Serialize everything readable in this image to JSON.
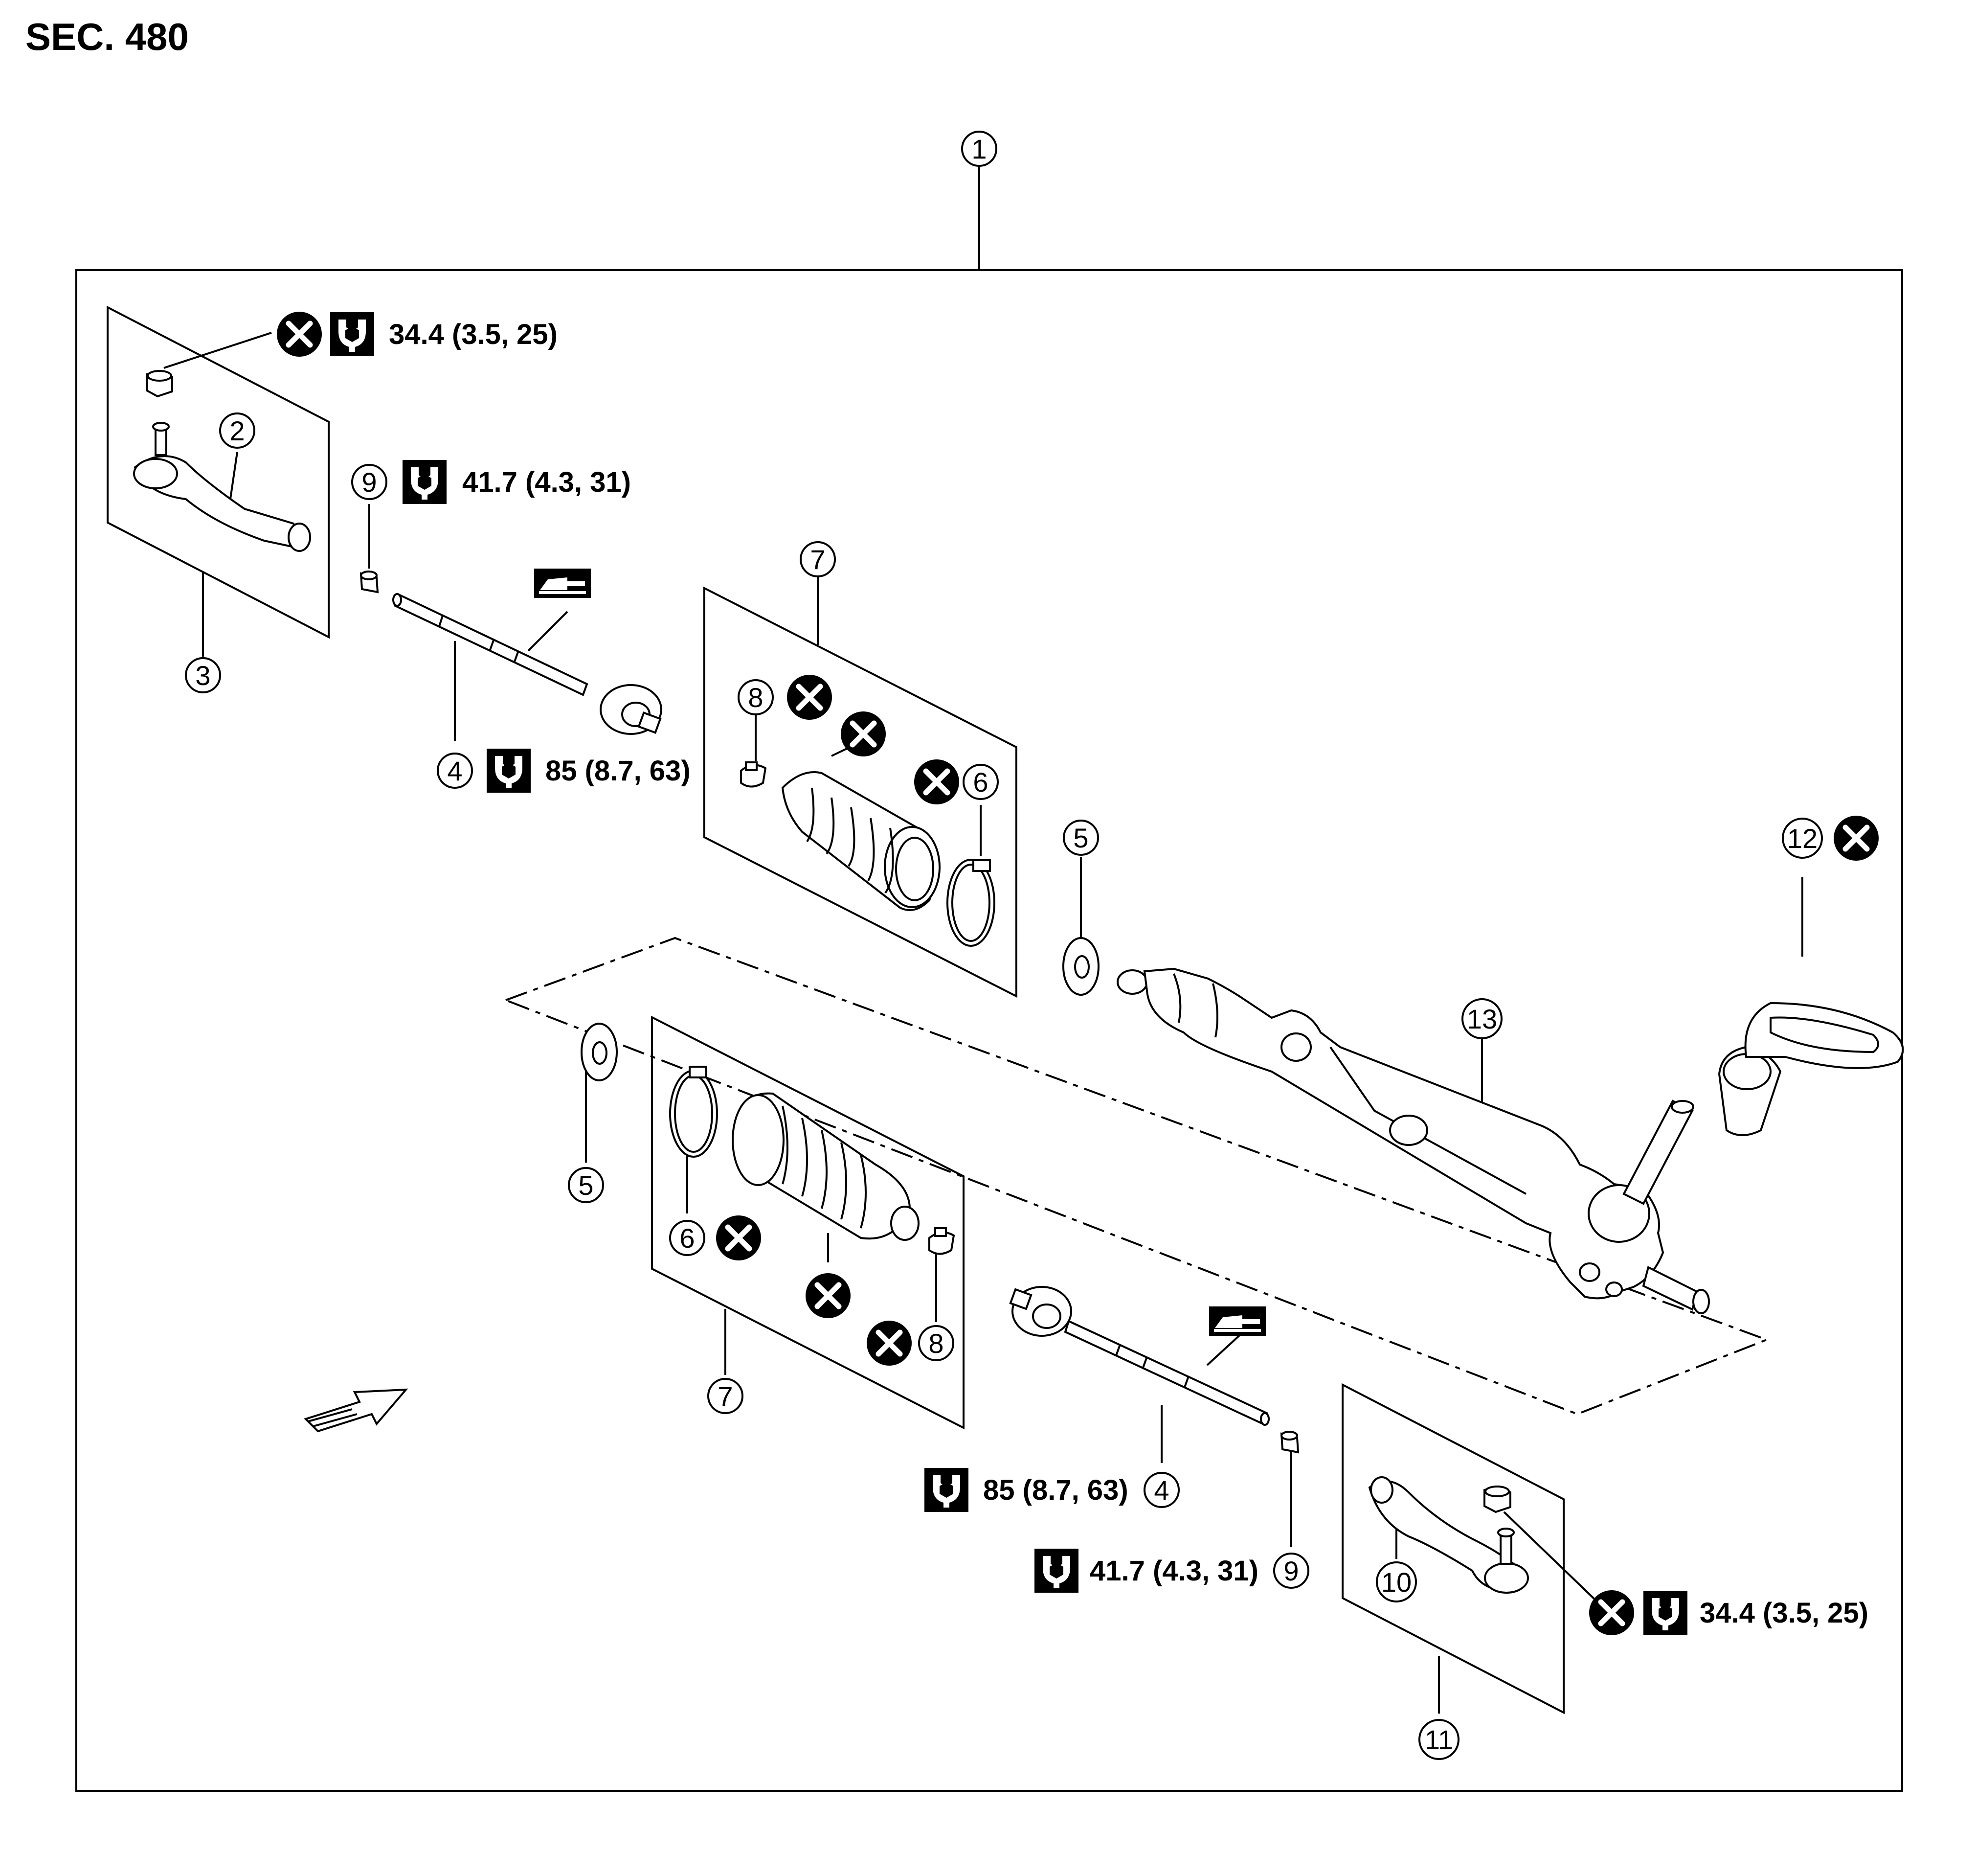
{
  "section_label": "SEC. 480",
  "callouts": {
    "c1": "1",
    "c2": "2",
    "c3": "3",
    "c4a": "4",
    "c4b": "4",
    "c5a": "5",
    "c5b": "5",
    "c6a": "6",
    "c6b": "6",
    "c7a": "7",
    "c7b": "7",
    "c8a": "8",
    "c8b": "8",
    "c9a": "9",
    "c9b": "9",
    "c10": "10",
    "c11": "11",
    "c12": "12",
    "c13": "13"
  },
  "torques": {
    "t_nut_left": "34.4 (3.5, 25)",
    "t_locknut_left": "41.7 (4.3, 31)",
    "t_inner_left": "85 (8.7, 63)",
    "t_inner_right": "85 (8.7, 63)",
    "t_locknut_right": "41.7 (4.3, 31)",
    "t_nut_right": "34.4 (3.5, 25)"
  },
  "icons": {
    "do_not_reuse": "x-circle-icon",
    "torque_wrench": "wrench-icon",
    "grease": "grease-gun-icon",
    "front_arrow": "arrow-icon"
  }
}
